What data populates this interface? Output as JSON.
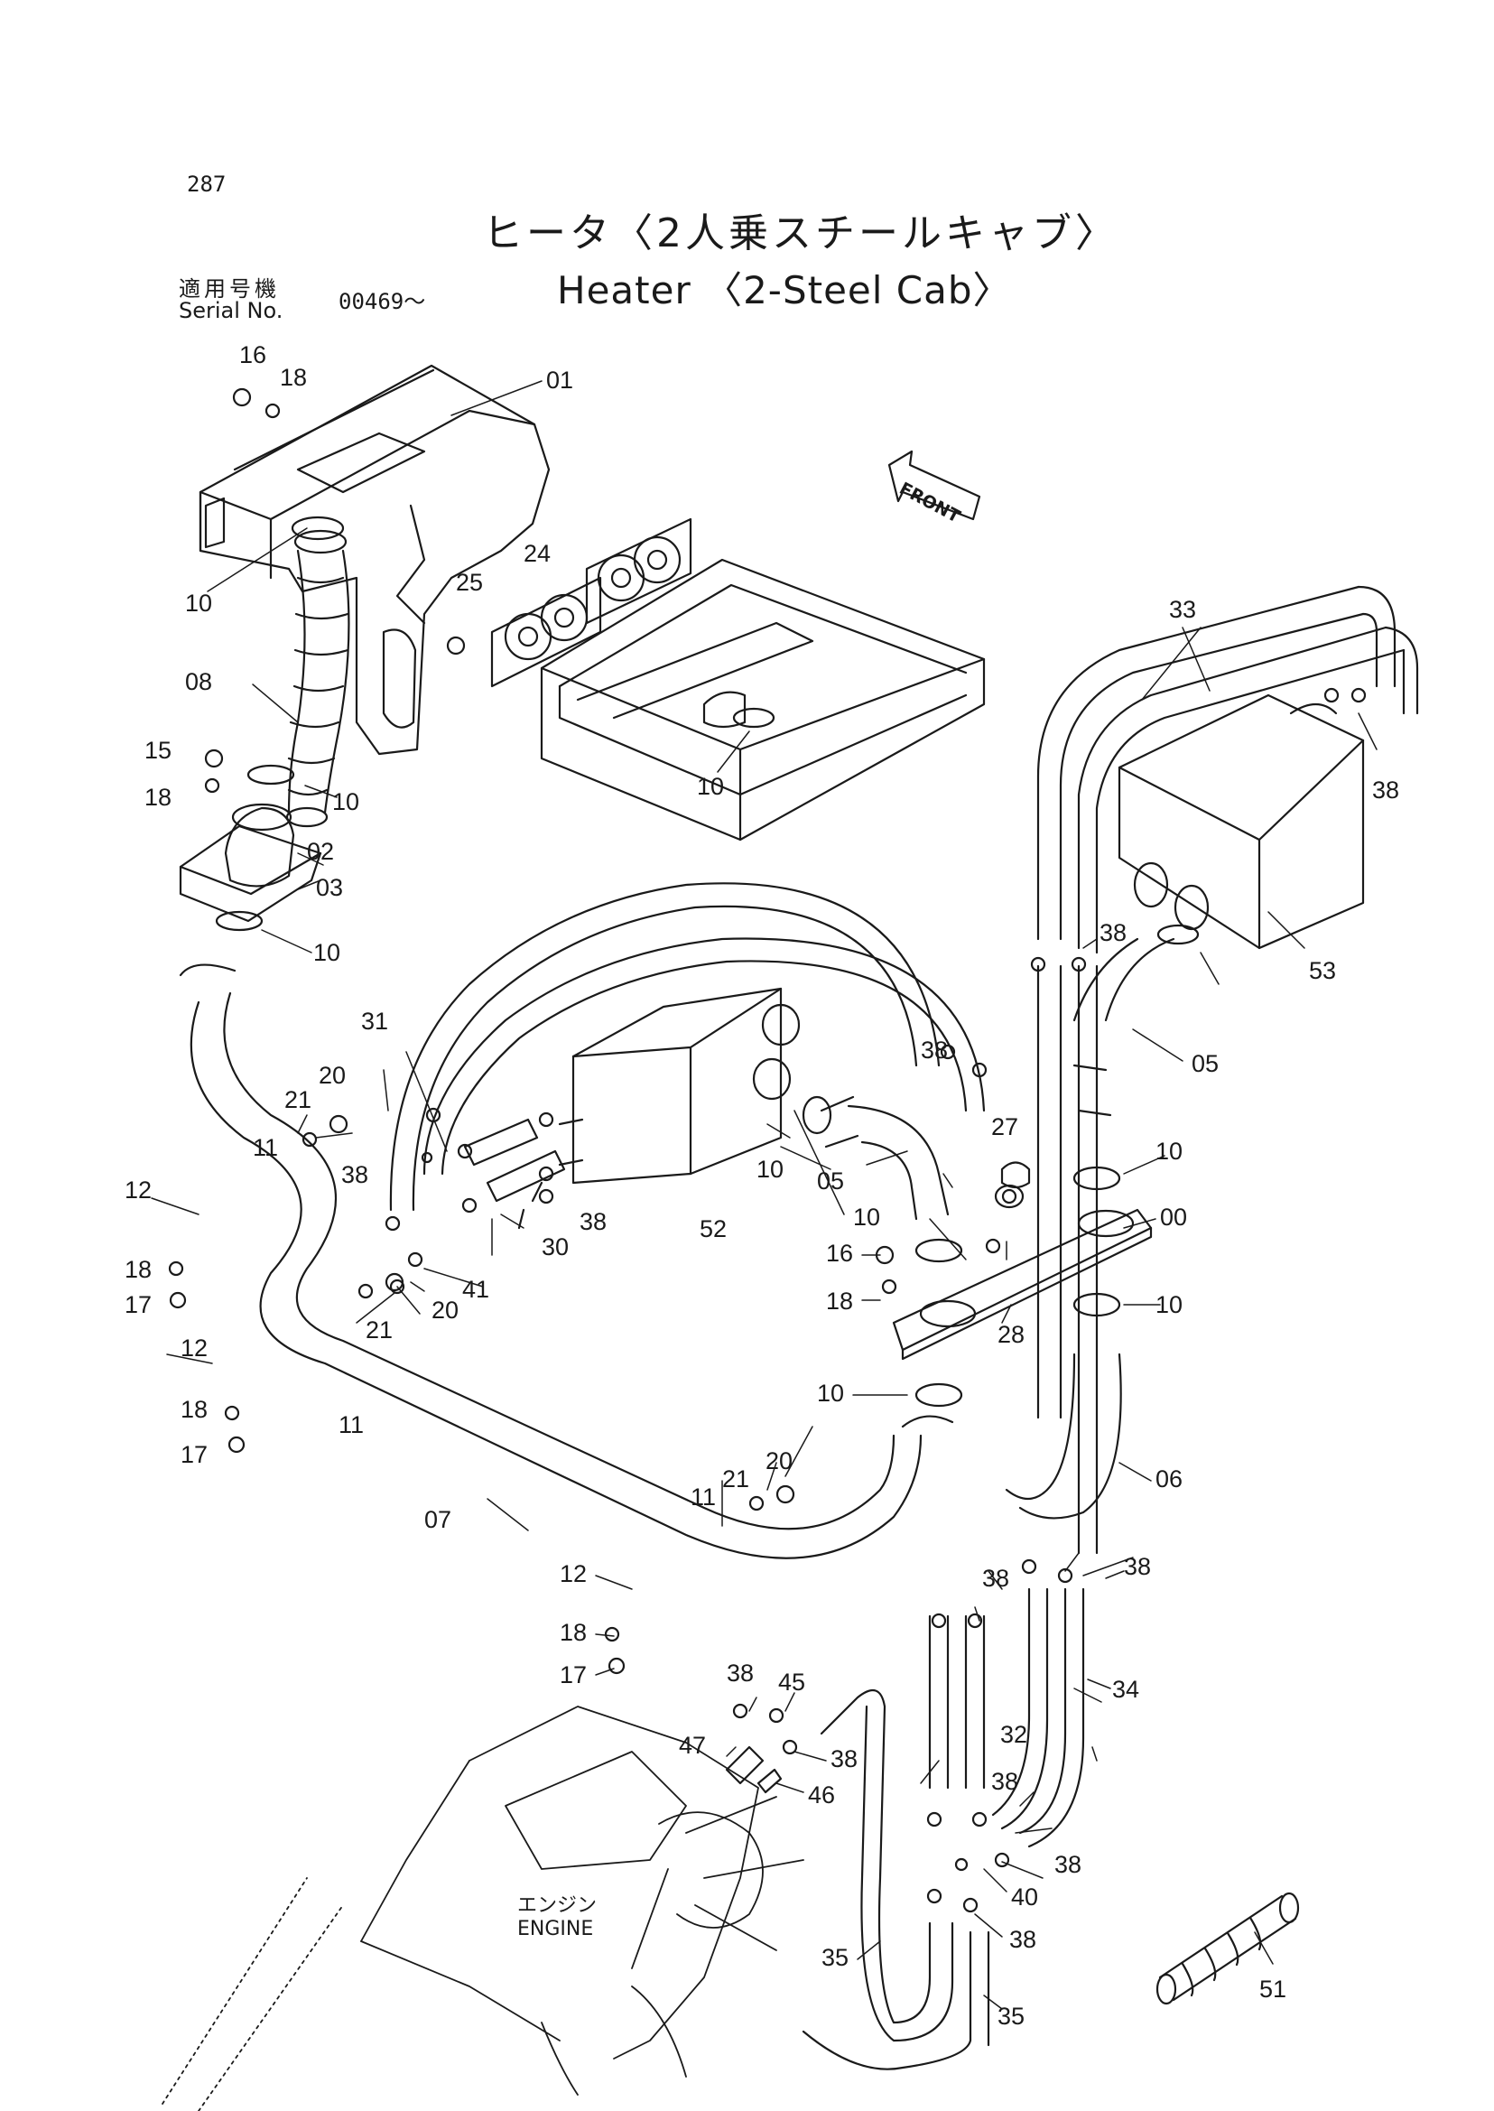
{
  "header": {
    "page_number": "287",
    "title_ja": "ヒータ〈2人乗スチールキャブ〉",
    "title_en": "Heater 〈2-Steel Cab〉",
    "serial_label_ja": "適用号機",
    "serial_label_en": "Serial No.",
    "serial_range": "00469～"
  },
  "diagram": {
    "engine_label_ja": "エンジン",
    "engine_label_en": "ENGINE",
    "front_label": "FRONT",
    "line_color": "#1a1a1a",
    "callouts": [
      "16",
      "18",
      "01",
      "10",
      "24",
      "25",
      "08",
      "15",
      "18",
      "10",
      "02",
      "03",
      "10",
      "33",
      "38",
      "10",
      "53",
      "38",
      "31",
      "20",
      "21",
      "11",
      "12",
      "18",
      "17",
      "38",
      "52",
      "10",
      "05",
      "05",
      "38",
      "27",
      "38",
      "30",
      "41",
      "10",
      "00",
      "10",
      "16",
      "18",
      "28",
      "10",
      "20",
      "21",
      "12",
      "18",
      "17",
      "11",
      "10",
      "06",
      "07",
      "21",
      "20",
      "11",
      "12",
      "18",
      "17",
      "38",
      "38",
      "38",
      "45",
      "34",
      "47",
      "38",
      "32",
      "46",
      "38",
      "38",
      "40",
      "38",
      "35",
      "51",
      "35"
    ]
  }
}
